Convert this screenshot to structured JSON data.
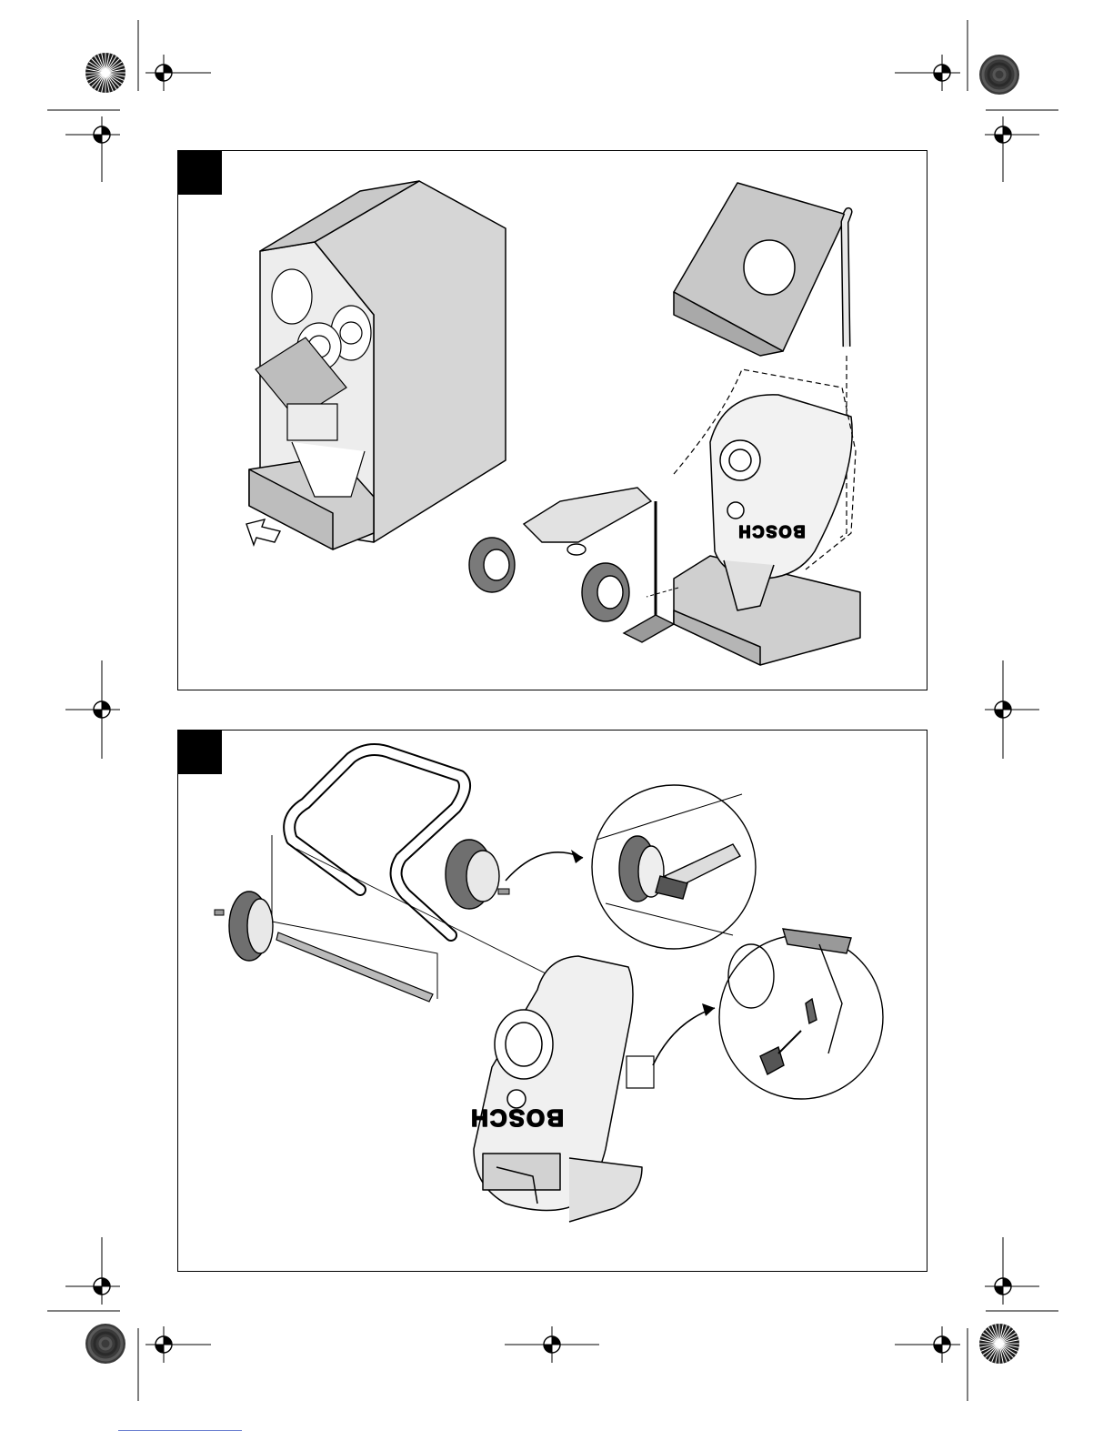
{
  "page": {
    "figures": [
      {
        "id": "figure-1",
        "brand_label": "BOSCH"
      },
      {
        "id": "figure-2",
        "brand_label": "BOSCH"
      }
    ]
  },
  "icons": {
    "crop_mark": "crosshair-registration-icon",
    "color_wheel": "radial-color-bar-icon",
    "gray_wheel": "radial-gray-bar-icon",
    "arrow": "pull-out-arrow-icon"
  },
  "colors": {
    "line": "#000000",
    "panel_fill": "#d9d9d9",
    "box_fill": "#e6e6e6",
    "dark_fill": "#4a4a4a",
    "footer_line": "#6a7fd0"
  }
}
